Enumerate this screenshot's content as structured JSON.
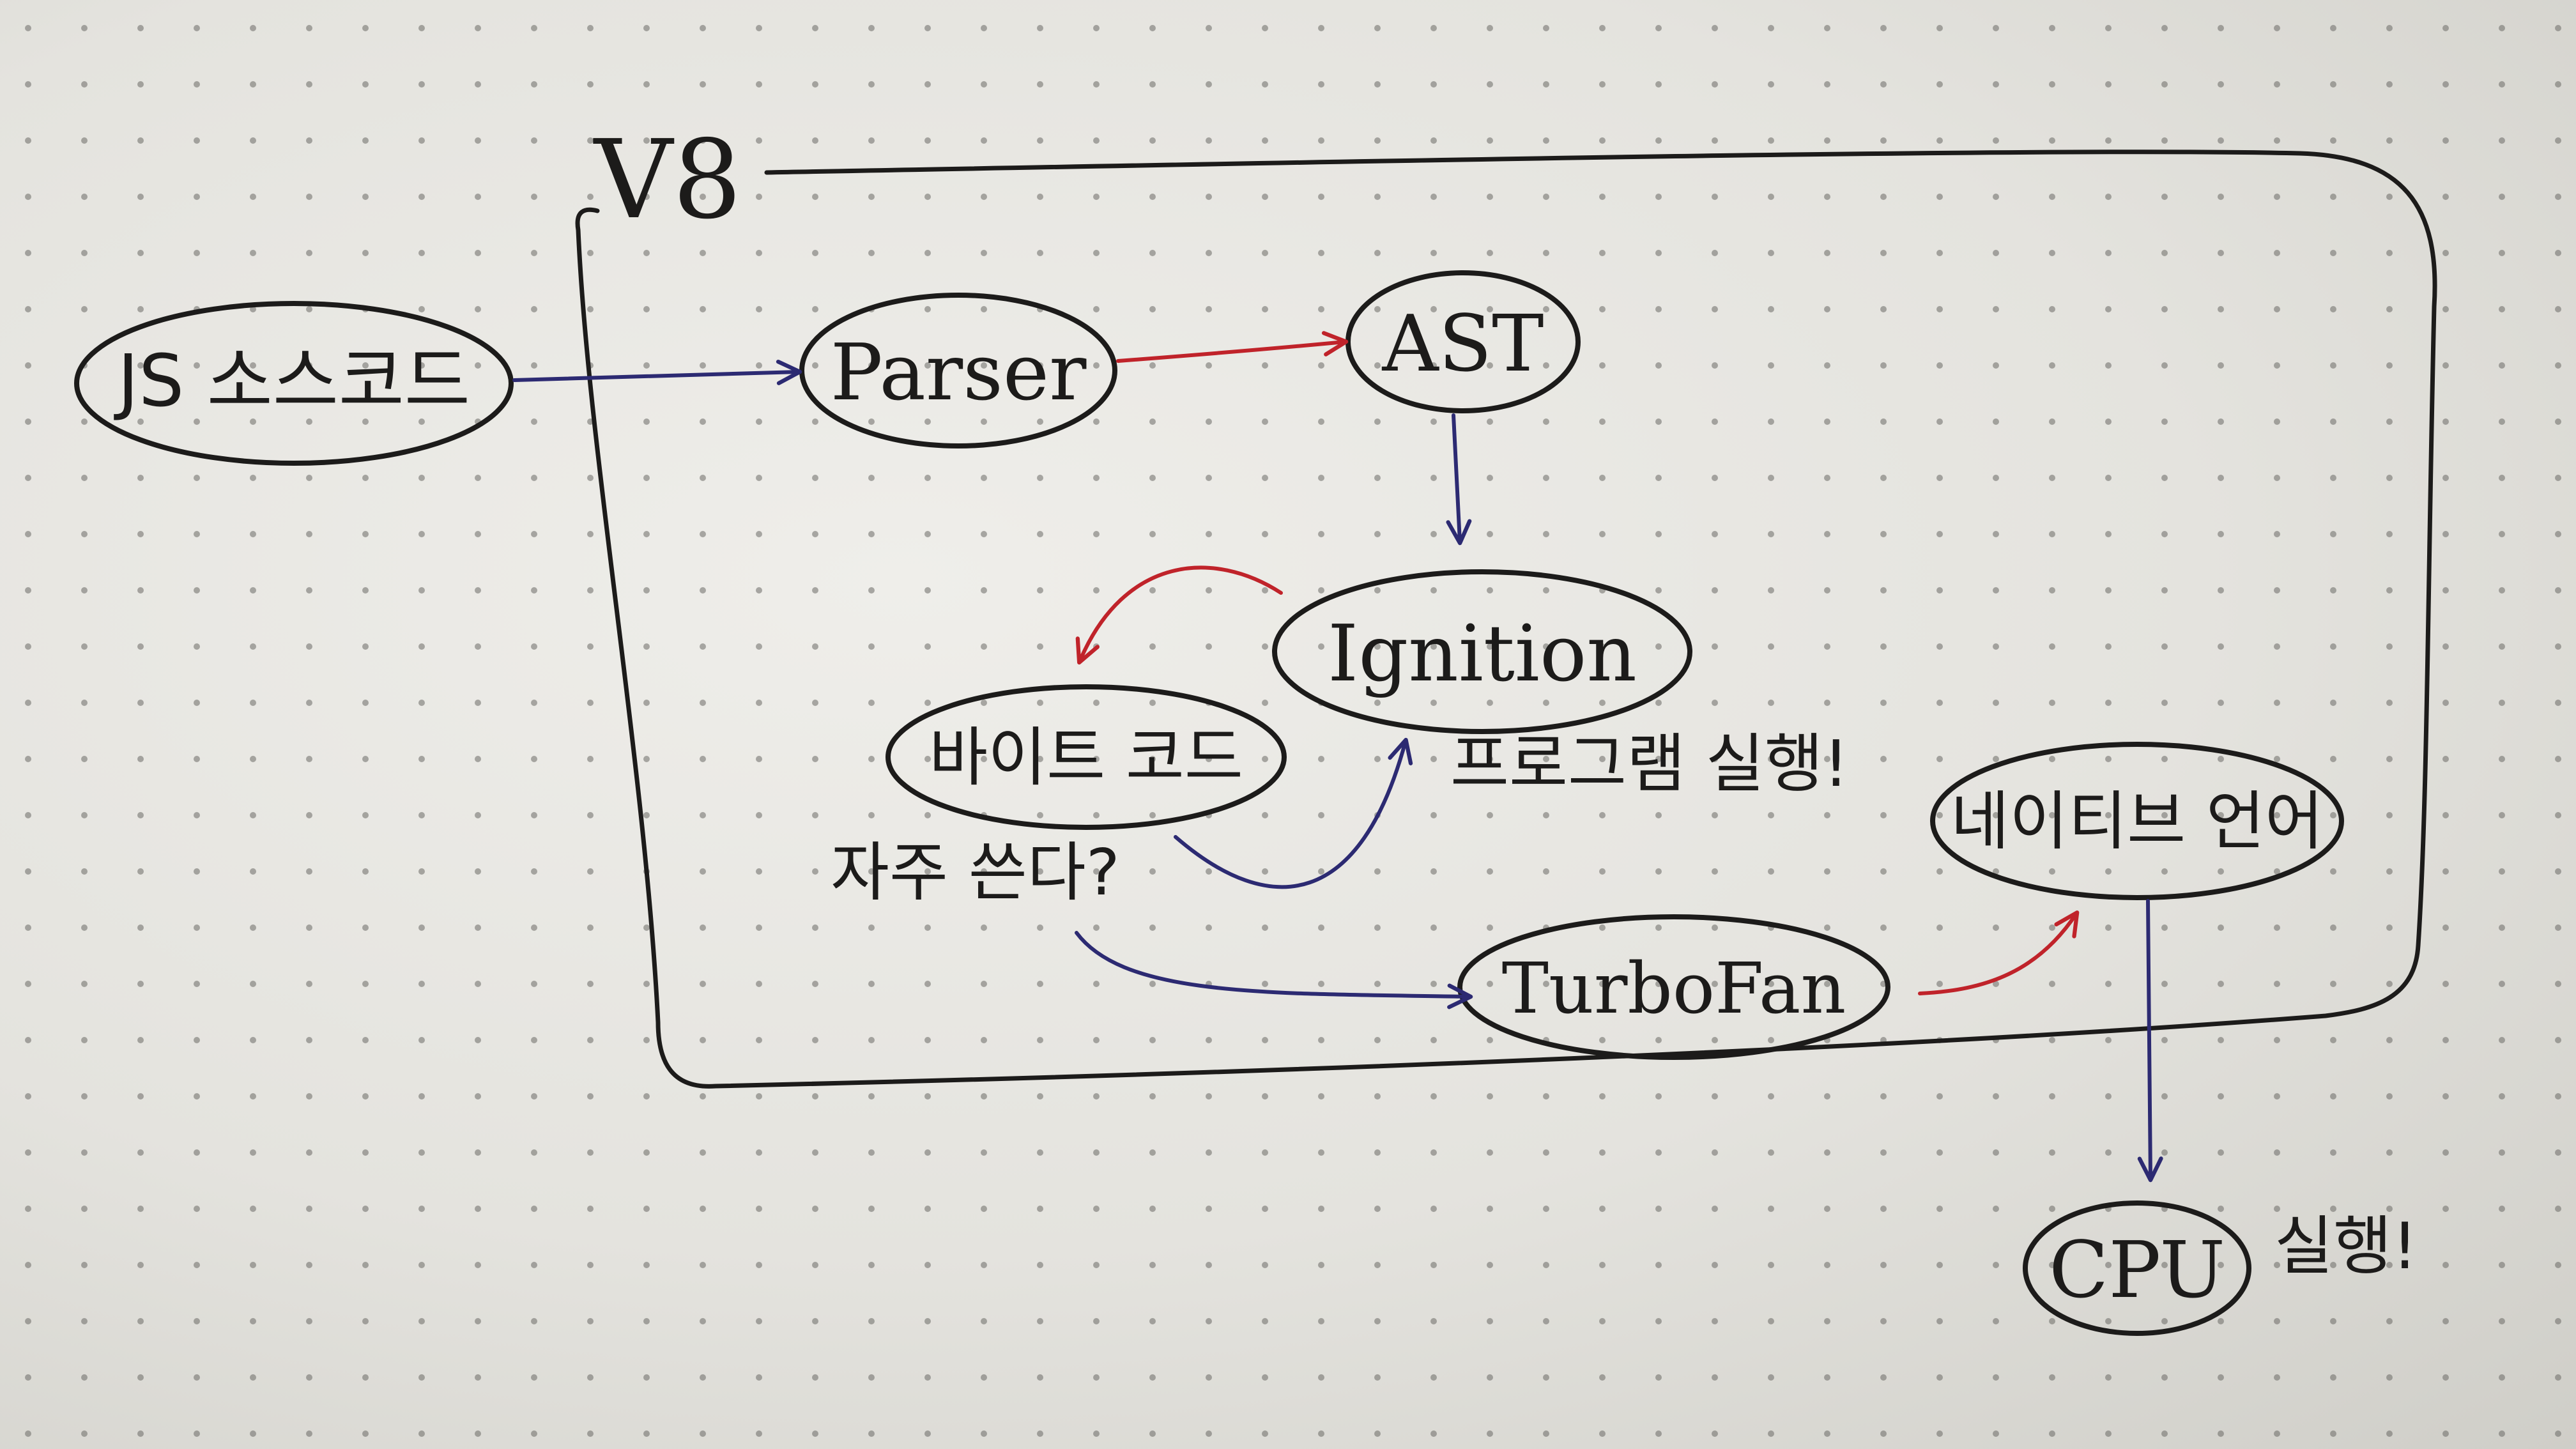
{
  "diagram": {
    "container_label": "V8",
    "nodes": {
      "js_source": "JS 소스코드",
      "parser": "Parser",
      "ast": "AST",
      "ignition": "Ignition",
      "bytecode": "바이트 코드",
      "turbofan": "TurboFan",
      "native": "네이티브 언어",
      "cpu": "CPU"
    },
    "annotations": {
      "frequent_question": "자주 쓴다?",
      "program_run": "프로그램 실행!",
      "cpu_run": "실행!"
    },
    "colors": {
      "ink": "#1c1b1a",
      "blue_arrow": "#2c2a72",
      "red_arrow": "#c0232a",
      "paper": "#e9e8e3"
    }
  }
}
